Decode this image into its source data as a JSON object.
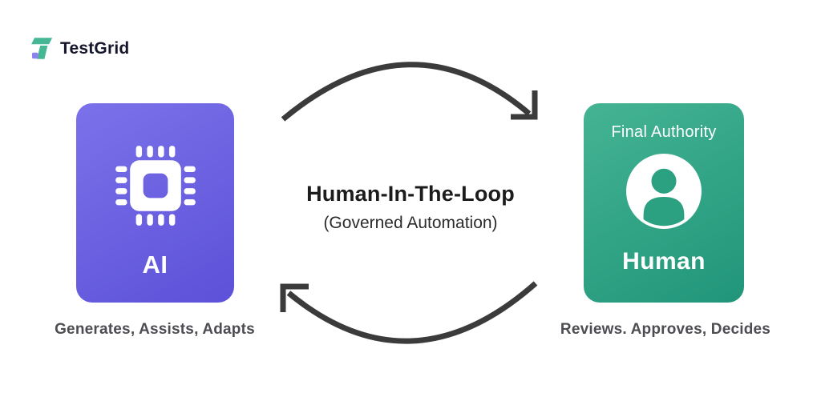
{
  "header": {
    "brand": "TestGrid"
  },
  "center": {
    "title": "Human-In-The-Loop",
    "subtitle": "(Governed Automation)"
  },
  "ai_card": {
    "label": "AI",
    "caption": "Generates, Assists, Adapts",
    "icon": "cpu-chip-icon"
  },
  "human_card": {
    "badge": "Final Authority",
    "label": "Human",
    "caption": "Reviews. Approves, Decides",
    "icon": "person-icon"
  },
  "arrows": {
    "top_direction": "ai-to-human",
    "bottom_direction": "human-to-ai"
  },
  "colors": {
    "ai_gradient_start": "#7B72EA",
    "ai_gradient_end": "#5C51D8",
    "human_gradient_start": "#44B493",
    "human_gradient_end": "#21957A",
    "person_green": "#2BA181",
    "arrow": "#3B3B3B",
    "logo_green": "#45B794",
    "logo_purple": "#8C80F2",
    "title_text": "#1C1C1C",
    "caption_text": "#4C4C52"
  }
}
